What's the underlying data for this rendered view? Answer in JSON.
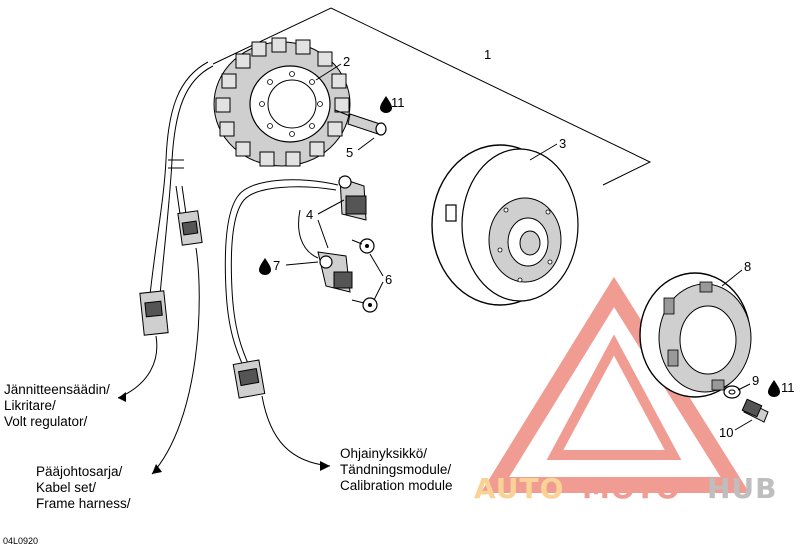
{
  "callouts": {
    "c1": "1",
    "c2": "2",
    "c3": "3",
    "c4": "4",
    "c5": "5",
    "c6": "6",
    "c7": "7",
    "c8": "8",
    "c9": "9",
    "c10": "10",
    "c11a": "11",
    "c11b": "11"
  },
  "labels": {
    "voltage_regulator": [
      "Jännitteensäädin/",
      "Likritare/",
      "Volt regulator/"
    ],
    "frame_harness": [
      "Pääjohtosarja/",
      "Kabel set/",
      "Frame harness/"
    ],
    "calibration_module": [
      "Ohjainyksikkö/",
      "Tändningsmodule/",
      "Calibration module"
    ]
  },
  "drawing_code": "04L0920",
  "watermark": {
    "logo_text": "AUTOMOTOHUB",
    "colors": {
      "auto": "#f5b041",
      "moto": "#e74c3c",
      "hub": "#8a8a8a",
      "triangle": "#e74c3c"
    }
  },
  "icons": [
    "oil-drop-icon",
    "oil-drop-icon",
    "oil-drop-icon"
  ]
}
